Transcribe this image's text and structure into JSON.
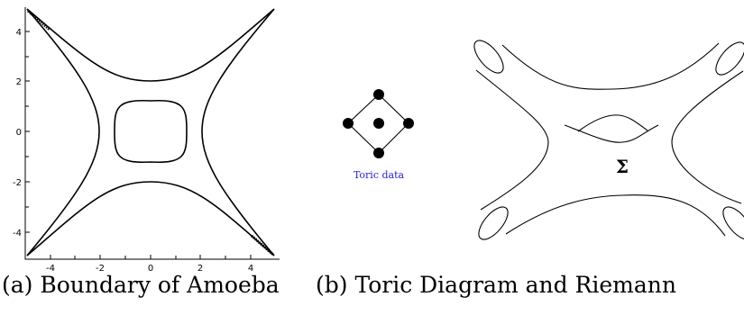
{
  "panel_a": {
    "caption": "(a) Boundary of Amoeba",
    "x_ticks": [
      "-4",
      "-2",
      "0",
      "2",
      "4"
    ],
    "y_ticks": [
      "4",
      "2",
      "0",
      "-2",
      "-4"
    ]
  },
  "panel_b": {
    "toric_label": "Toric data",
    "surface_label": "Σ",
    "caption": "(b) Toric Diagram and Riemann"
  },
  "colors": {
    "line": "#000000",
    "toric_label": "#2222cc"
  }
}
